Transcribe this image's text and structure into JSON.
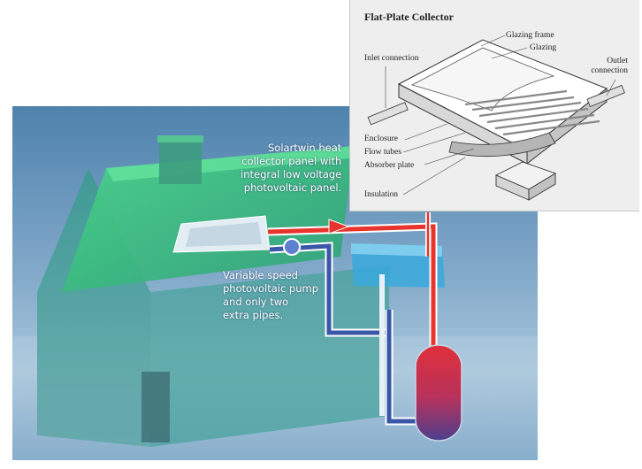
{
  "main_diagram": {
    "callouts": {
      "solartwin": [
        "Solartwin heat",
        "collector panel with",
        "integral low voltage",
        "photovoltaic panel."
      ],
      "pump": [
        "Variable speed",
        "photovoltaic pump",
        "and only two",
        "extra pipes."
      ]
    }
  },
  "inset": {
    "title": "Flat-Plate Collector",
    "labels": {
      "glazing_frame": "Glazing frame",
      "glazing": "Glazing",
      "inlet": "Inlet connection",
      "outlet_1": "Outlet",
      "outlet_2": "connection",
      "enclosure": "Enclosure",
      "flow_tubes": "Flow tubes",
      "absorber": "Absorber plate",
      "insulation": "Insulation"
    }
  },
  "colors": {
    "house_green": "#3ec47a",
    "hot_pipe": "#e8342c",
    "cold_pipe": "#3a56a8",
    "background_blue": "#5f8fb8"
  }
}
